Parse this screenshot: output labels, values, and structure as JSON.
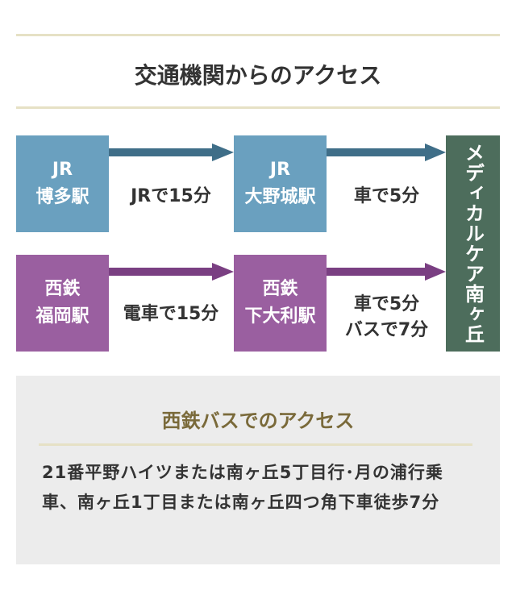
{
  "page": {
    "title": "交通機関からのアクセス"
  },
  "colors": {
    "jr": "#6aa0bf",
    "nishitetsu": "#9a5fa0",
    "destination": "#4d6d5c",
    "rule": "#e6e1c5",
    "jr_arrow": "#3f6e88",
    "nishitetsu_arrow": "#7a3f82",
    "bus_title": "#7a6a3a"
  },
  "routes": {
    "jr": {
      "origin_line1": "JR",
      "origin_line2": "博多駅",
      "leg1": "JRで15分",
      "mid_line1": "JR",
      "mid_line2": "大野城駅",
      "leg2": "車で5分"
    },
    "nishitetsu": {
      "origin_line1": "西鉄",
      "origin_line2": "福岡駅",
      "leg1": "電車で15分",
      "mid_line1": "西鉄",
      "mid_line2": "下大利駅",
      "leg2_line1": "車で5分",
      "leg2_line2": "バスで7分"
    }
  },
  "destination": {
    "label": "メディカルケア南ヶ丘"
  },
  "bus": {
    "title": "西鉄バスでのアクセス",
    "description": "21番平野ハイツまたは南ヶ丘5丁目行･月の浦行乗車、南ヶ丘1丁目または南ヶ丘四つ角下車徒歩7分"
  }
}
